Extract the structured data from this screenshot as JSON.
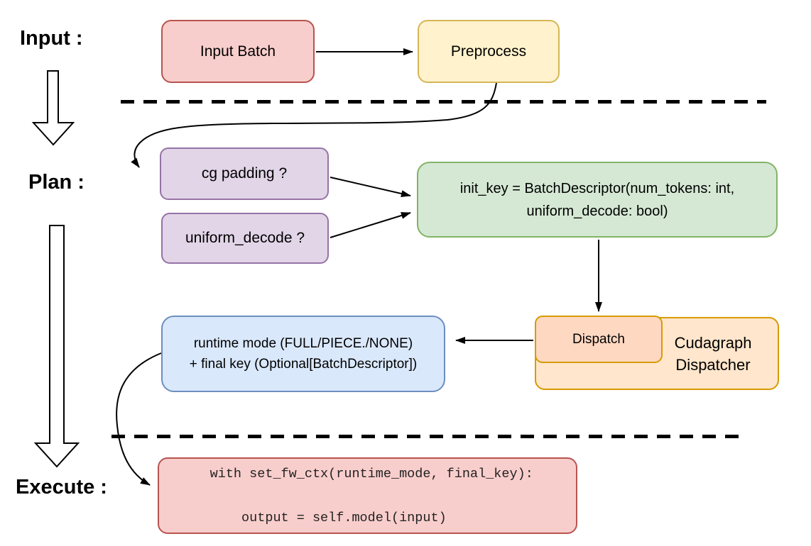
{
  "stages": {
    "input": {
      "label": "Input :"
    },
    "plan": {
      "label": "Plan :"
    },
    "execute": {
      "label": "Execute :"
    }
  },
  "nodes": {
    "input_batch": {
      "label": "Input Batch"
    },
    "preprocess": {
      "label": "Preprocess"
    },
    "cg_padding": {
      "label": "cg padding ?"
    },
    "uniform_decode": {
      "label": "uniform_decode ?"
    },
    "init_key": {
      "line1": "init_key = BatchDescriptor(num_tokens: int,",
      "line2": "uniform_decode: bool)"
    },
    "dispatch": {
      "label": "Dispatch"
    },
    "cudagraph_dispatcher": {
      "line1": "Cudagraph",
      "line2": "Dispatcher"
    },
    "runtime": {
      "line1": "runtime mode (FULL/PIECE./NONE)",
      "line2": "+ final key (Optional[BatchDescriptor])"
    },
    "execute_code": {
      "line1": "with set_fw_ctx(runtime_mode, final_key):",
      "line2": "    output = self.model(input)"
    }
  },
  "colors": {
    "red_fill": "#f8cecc",
    "red_stroke": "#b85450",
    "yellow_fill": "#fff2cc",
    "yellow_stroke": "#d6b656",
    "purple_fill": "#e1d5e7",
    "purple_stroke": "#9673a6",
    "green_fill": "#d5e8d4",
    "green_stroke": "#82b366",
    "orange_light_fill": "#ffe6cc",
    "orange_mid_fill": "#ffd8c2",
    "orange_stroke": "#d79b00",
    "blue_fill": "#dae8fc",
    "blue_stroke": "#6c8ebf",
    "connector": "#000000"
  }
}
